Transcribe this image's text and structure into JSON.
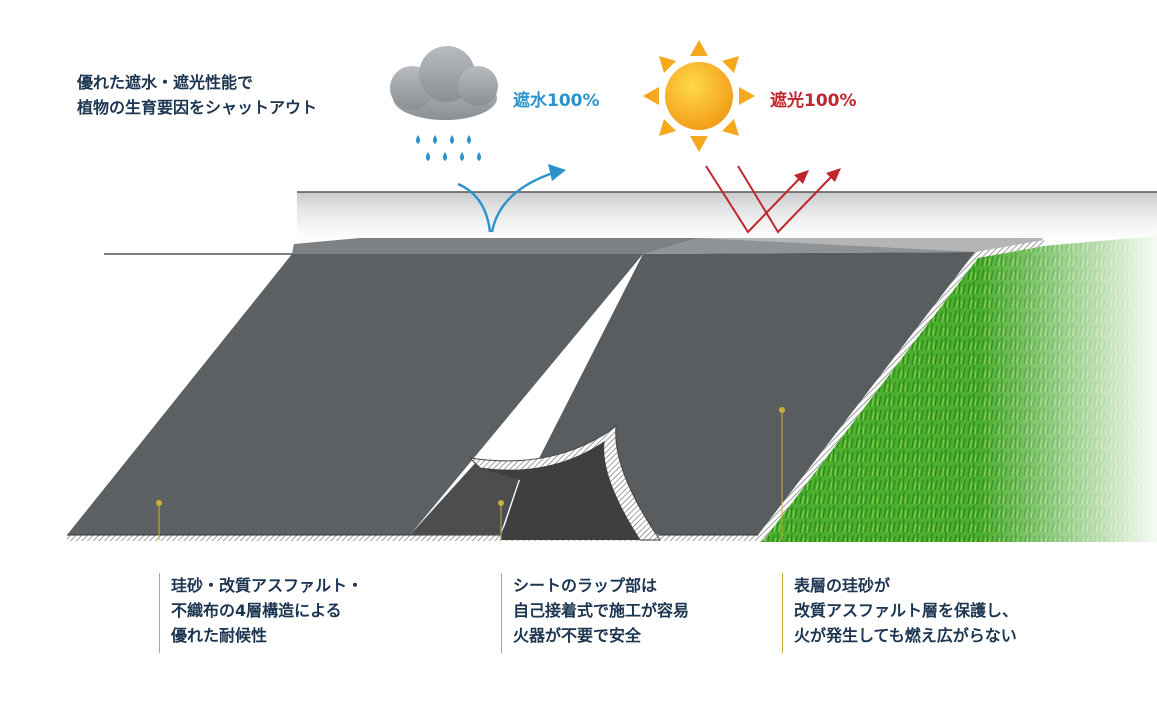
{
  "headline": [
    "優れた遮水・遮光性能で",
    "植物の生育要因をシャットアウト"
  ],
  "water_label": "遮水100%",
  "light_label": "遮光100%",
  "callouts": [
    {
      "lines": [
        "珪砂・改質アスファルト・",
        "不織布の4層構造による",
        "優れた耐候性"
      ]
    },
    {
      "lines": [
        "シートのラップ部は",
        "自己接着式で施工が容易",
        "火器が不要で安全"
      ]
    },
    {
      "lines": [
        "表層の珪砂が",
        "改質アスファルト層を保護し、",
        "火が発生しても燃え広がらない"
      ]
    }
  ],
  "colors": {
    "text": "#1c3550",
    "water_accent": "#2a93c9",
    "light_accent": "#c0272d",
    "sheet": "#5d6062",
    "sheet_dark": "#4a4c4e",
    "grass": "#4caf2f",
    "soil": "#b98a52",
    "callout_line": "#c9ae3a",
    "sun": "#f6a81d"
  },
  "icons": [
    "cloud-icon",
    "rain-drops-icon",
    "sun-icon",
    "water-deflect-arrow-icon",
    "light-reflect-arrow-icon"
  ]
}
